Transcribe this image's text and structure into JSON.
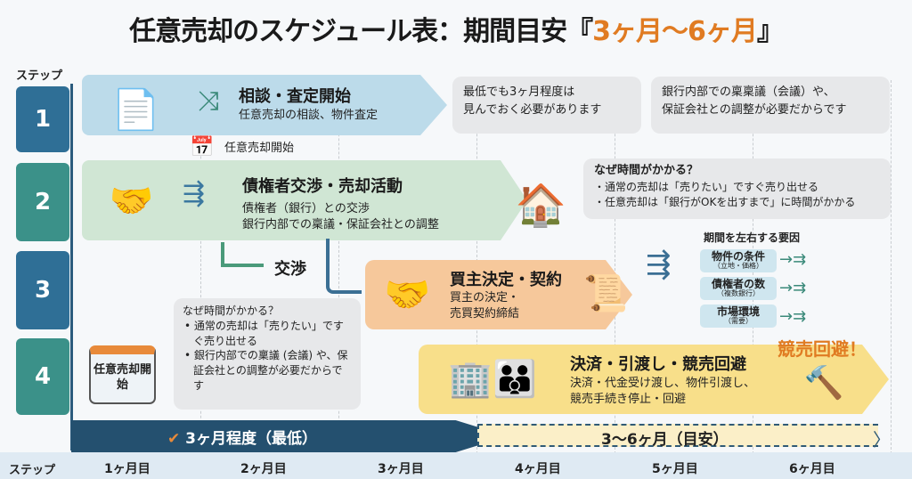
{
  "title": {
    "main": "任意売却のスケジュール表：期間目安『",
    "highlight": "3ヶ月〜6ヶ月",
    "end": "』"
  },
  "step_label": "ステップ",
  "steps": [
    {
      "num": "1",
      "title": "相談・査定開始",
      "desc": "任意売却の相談、物件査定",
      "note": "任意売却開始"
    },
    {
      "num": "2",
      "title": "債権者交渉・売却活動",
      "desc1": "債権者（銀行）との交渉",
      "desc2": "銀行内部での稟議・保証会社との調整",
      "negotiation": "交渉"
    },
    {
      "num": "3",
      "title": "買主決定・契約",
      "desc1": "買主の決定・",
      "desc2": "売買契約締結"
    },
    {
      "num": "4",
      "title": "決済・引渡し・競売回避",
      "desc1": "決済・代金受け渡し、物件引渡し、",
      "desc2": "競売手続き停止・回避",
      "callout": "競売回避！",
      "calendar": "任意売却開始"
    }
  ],
  "bubbles": {
    "min_period": [
      "最低でも3ヶ月程度は",
      "見んでおく必要があります"
    ],
    "bank_reason": [
      "銀行内部での稟稟議（会議）や、",
      "保証会社との調整が必要だからです"
    ],
    "why_right": {
      "title": "なぜ時間がかかる？",
      "items": [
        "・通常の売却は「売りたい」ですぐ売り出せる",
        "・任意売却は「銀行がOKを出すまで」に時間がかかる"
      ]
    },
    "why_left": {
      "title": "なぜ時間がかかる？",
      "items": [
        "通常の売却は「売りたい」ですぐ売り出せる",
        "銀行内部での稟議 (会議) や、保証会社との調整が必要だからです"
      ]
    }
  },
  "factors": {
    "title": "期間を左右する要因",
    "items": [
      {
        "label": "物件の条件",
        "sub": "（立地・価格）"
      },
      {
        "label": "債権者の数",
        "sub": "（複数銀行）"
      },
      {
        "label": "市場環境",
        "sub": "（需要）"
      }
    ]
  },
  "timeline": {
    "min": "3ヶ月程度（最低）",
    "estimate": "3〜6ヶ月（目安）",
    "axis_label": "ステップ",
    "months": [
      "1ヶ月目",
      "2ヶ月目",
      "3ヶ月目",
      "4ヶ月目",
      "5ヶ月目",
      "6ヶ月目"
    ]
  },
  "colors": {
    "accent": "#e07b22",
    "step_blue": "#2f6f96",
    "step_teal": "#3b9189",
    "navy": "#24506f"
  }
}
